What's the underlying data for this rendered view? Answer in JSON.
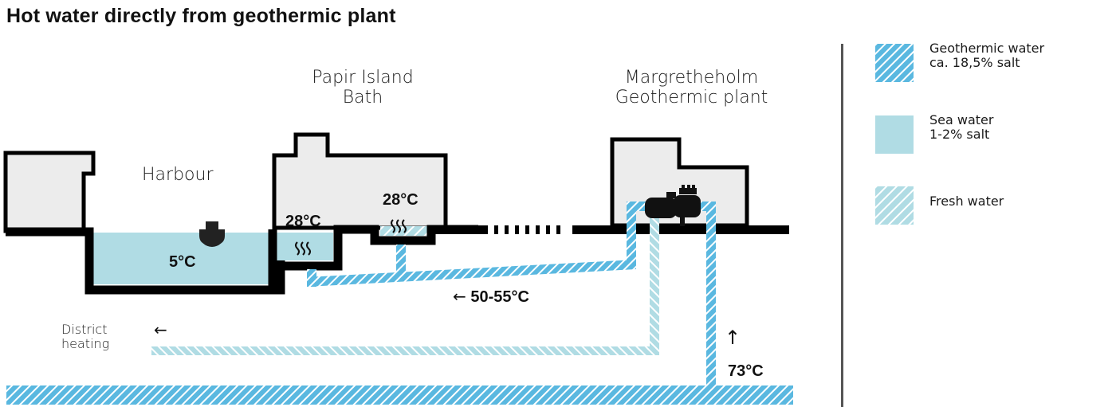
{
  "title": "Hot water directly from geothermic plant",
  "colors": {
    "geothermic": "#5ab8e0",
    "sea": "#b0dce4",
    "fresh": "#b0dce4",
    "building": "#ececec",
    "outline": "#000000",
    "divider": "#555555"
  },
  "locations": {
    "harbour": "Harbour",
    "bath_line1": "Papir Island",
    "bath_line2": "Bath",
    "plant_line1": "Margretheholm",
    "plant_line2": "Geothermic plant",
    "district_line1": "District",
    "district_line2": "heating"
  },
  "temperatures": {
    "harbour": "5°C",
    "bath_pool_left": "28°C",
    "bath_pool_right": "28°C",
    "return_pipe": "50-55°C",
    "source": "73°C"
  },
  "arrows": {
    "return_pipe": "←",
    "district_heating": "←",
    "source": "↑"
  },
  "icons": {
    "steam": "steam-icon",
    "pump": "pump-icon",
    "buoy": "buoy-icon"
  },
  "legend": [
    {
      "line1": "Geothermic water",
      "line2": "ca. 18,5% salt",
      "type": "geothermic"
    },
    {
      "line1": "Sea water",
      "line2": "1-2% salt",
      "type": "sea"
    },
    {
      "line1": "Fresh water",
      "line2": "",
      "type": "fresh"
    }
  ]
}
